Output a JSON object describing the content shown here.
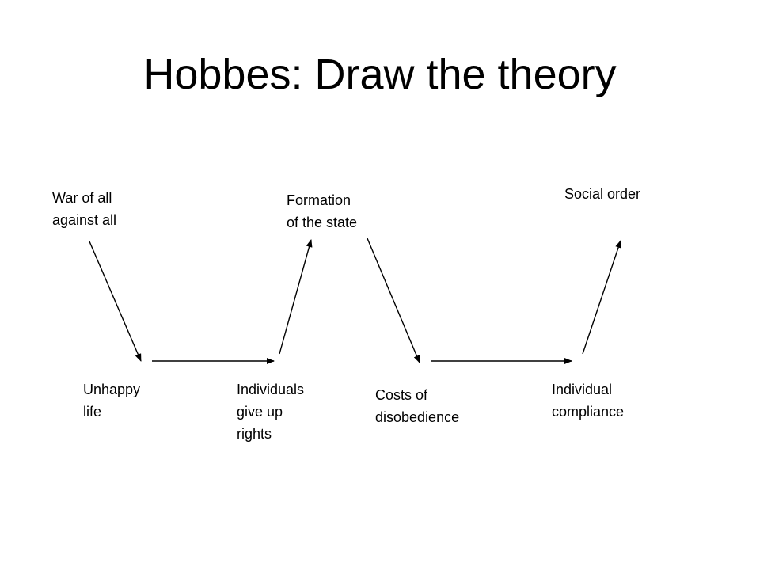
{
  "slide": {
    "title": "Hobbes: Draw the theory"
  },
  "nodes": {
    "war": {
      "lines": [
        "War of all",
        "against all"
      ]
    },
    "formation": {
      "lines": [
        "Formation",
        "of the state"
      ]
    },
    "social_order": {
      "lines": [
        "Social order"
      ]
    },
    "unhappy": {
      "lines": [
        "Unhappy",
        "life"
      ]
    },
    "give_up": {
      "lines": [
        "Individuals",
        "give up",
        "rights"
      ]
    },
    "costs": {
      "lines": [
        "Costs of",
        "disobedience"
      ]
    },
    "compliance": {
      "lines": [
        "Individual",
        "compliance"
      ]
    }
  },
  "colors": {
    "text": "#000000",
    "arrow": "#000000",
    "background": "#ffffff"
  }
}
